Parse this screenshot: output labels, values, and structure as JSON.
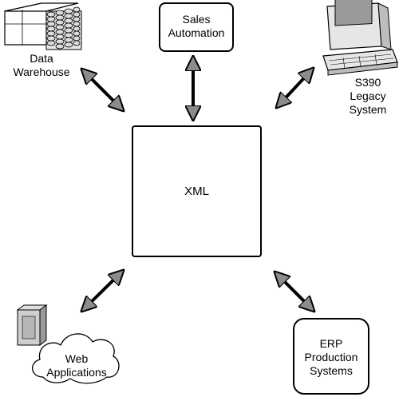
{
  "center": {
    "label": "XML"
  },
  "nodes": {
    "data_warehouse": {
      "line1": "Data",
      "line2": "Warehouse"
    },
    "sales_automation": {
      "line1": "Sales",
      "line2": "Automation"
    },
    "s390": {
      "line1": "S390",
      "line2": "Legacy",
      "line3": "System"
    },
    "web_applications": {
      "line1": "Web",
      "line2": "Applications"
    },
    "erp": {
      "line1": "ERP",
      "line2": "Production",
      "line3": "Systems"
    }
  },
  "style": {
    "arrow_fill": "#808080",
    "line_color": "#000000"
  }
}
